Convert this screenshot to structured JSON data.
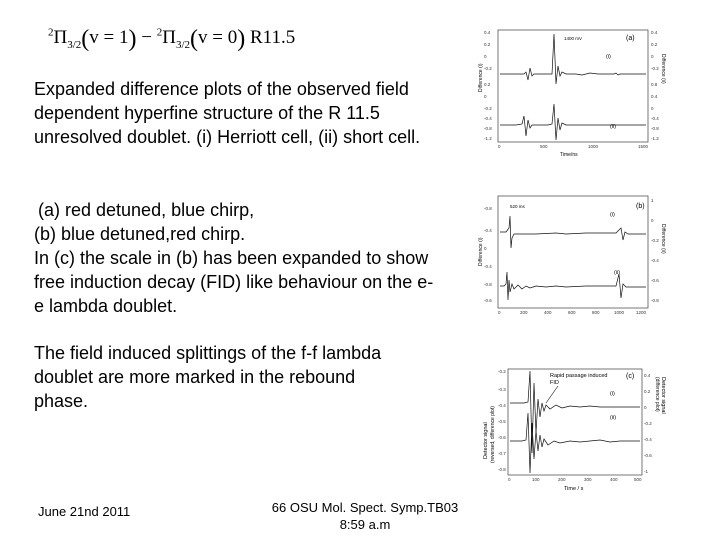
{
  "formula": {
    "term1_sup": "2",
    "term1_base": "Π",
    "term1_sub": "3/2",
    "term1_arg": "v = 1",
    "minus": "−",
    "term2_sup": "2",
    "term2_base": "Π",
    "term2_sub": "3/2",
    "term2_arg": "v = 0",
    "line": "R11.5"
  },
  "body": {
    "para1": "Expanded difference plots of the observed field dependent hyperfine structure of the R 11.5 unresolved doublet. (i) Herriott cell, (ii) short cell.",
    "para2_line1": "(a) red detuned, blue chirp,",
    "para2_line2": "(b) blue detuned,red chirp.",
    "para2_line3": "In (c) the scale in (b) has been expanded to show free induction decay (FID) like behaviour on the e-e lambda doublet.",
    "para3": "The field induced splittings of the f-f lambda doublet are more marked in the rebound phase."
  },
  "footer": {
    "date": "June 21nd 2011",
    "center_line1": "66 OSU Mol. Spect. Symp.TB03",
    "center_line2": "8:59 a.m"
  },
  "figures": {
    "a": {
      "panel_label": "(a)",
      "trace_i": "(i)",
      "trace_ii": "(ii)",
      "inset": "1400 mV",
      "xlabel": "Time/ns",
      "ylabel_left": "Difference (i)",
      "ylabel_right": "Difference (ii)",
      "xticks": [
        "0",
        "500",
        "1000",
        "1500"
      ],
      "left_ticks": [
        "0.4",
        "0.2",
        "0",
        "-0.2",
        "0.2",
        "0",
        "-0.2",
        "-0.4",
        "-0.8",
        "-1.2"
      ],
      "right_ticks": [
        "0.4",
        "0.2",
        "0",
        "-0.2",
        "0.8",
        "0.4",
        "0",
        "-0.4",
        "-0.8",
        "-1.2"
      ]
    },
    "b": {
      "panel_label": "(b)",
      "trace_i": "(i)",
      "trace_ii": "(ii)",
      "inset": "520 ms",
      "ylabel_left": "Difference (i)",
      "ylabel_right": "Difference (ii)",
      "xticks": [
        "0",
        "200",
        "400",
        "600",
        "800",
        "1000",
        "1200"
      ],
      "left_ticks": [
        "-0.8",
        "-0.4",
        "0",
        "-0.4",
        "-0.8",
        "-0.6"
      ],
      "right_ticks": [
        "1",
        "0",
        "-0.2",
        "-0.4",
        "-0.6",
        "-0.8"
      ]
    },
    "c": {
      "panel_label": "(c)",
      "trace_i": "(i)",
      "trace_ii": "(ii)",
      "annotation_line1": "Rapid passage induced",
      "annotation_line2": "FID",
      "xlabel": "Time / s",
      "ylabel_left_line1": "Detector signal",
      "ylabel_left_line2": "(reversed, difference plot)",
      "ylabel_right_line1": "Detector signal",
      "ylabel_right_line2": "(difference plot)",
      "xticks": [
        "0",
        "100",
        "200",
        "300",
        "400",
        "500"
      ],
      "left_ticks": [
        "-0.2",
        "-0.3",
        "-0.4",
        "-0.5",
        "-0.6",
        "-0.7",
        "-0.8"
      ],
      "right_ticks": [
        "0.4",
        "0.2",
        "0",
        "-0.2",
        "-0.4",
        "-0.6",
        "-1"
      ]
    }
  }
}
